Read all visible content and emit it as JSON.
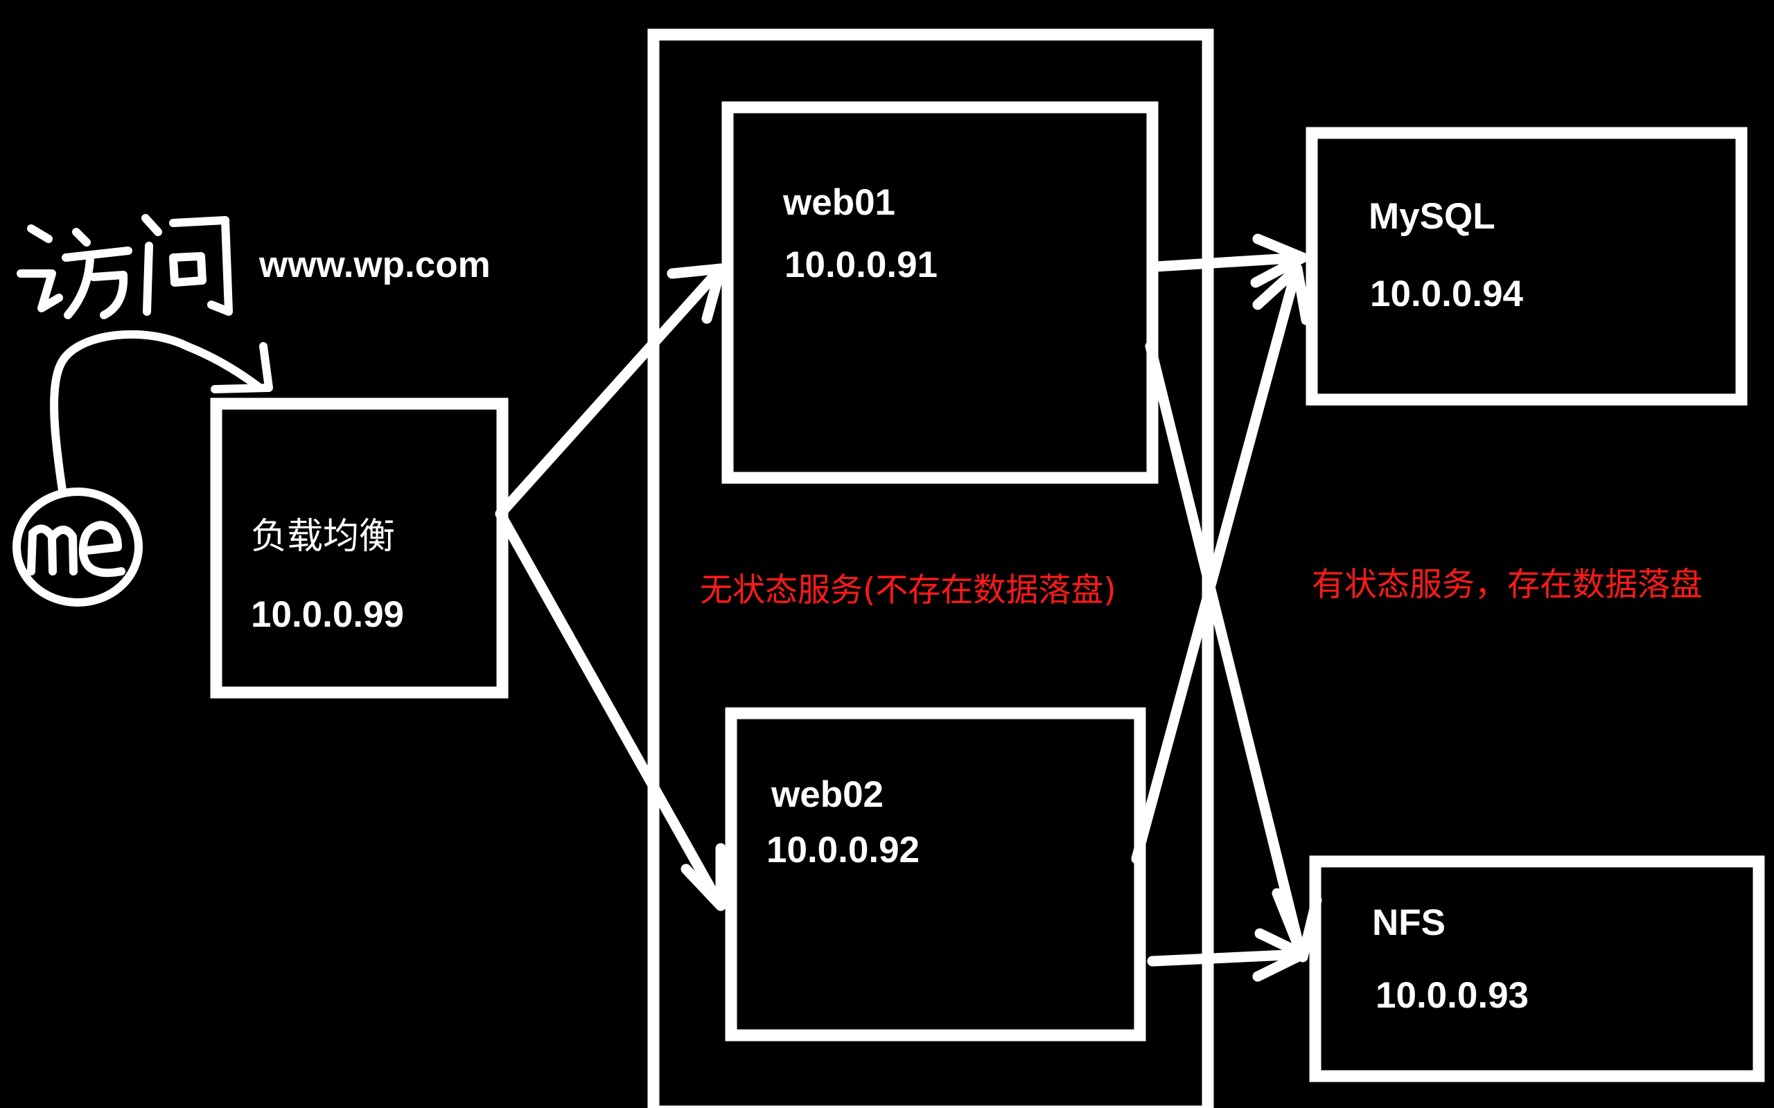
{
  "annotation": {
    "handwritten_word": "访问",
    "handwritten_user": "me",
    "url": "www.wp.com"
  },
  "nodes": {
    "lb": {
      "name": "负载均衡",
      "ip": "10.0.0.99"
    },
    "web01": {
      "name": "web01",
      "ip": "10.0.0.91"
    },
    "web02": {
      "name": "web02",
      "ip": "10.0.0.92"
    },
    "mysql": {
      "name": "MySQL",
      "ip": "10.0.0.94"
    },
    "nfs": {
      "name": "NFS",
      "ip": "10.0.0.93"
    }
  },
  "groups": {
    "stateless_note": "无状态服务(不存在数据落盘)",
    "stateful_note": "有状态服务，存在数据落盘"
  },
  "colors": {
    "background": "#000000",
    "stroke": "#ffffff",
    "note": "#ff1a1a"
  }
}
